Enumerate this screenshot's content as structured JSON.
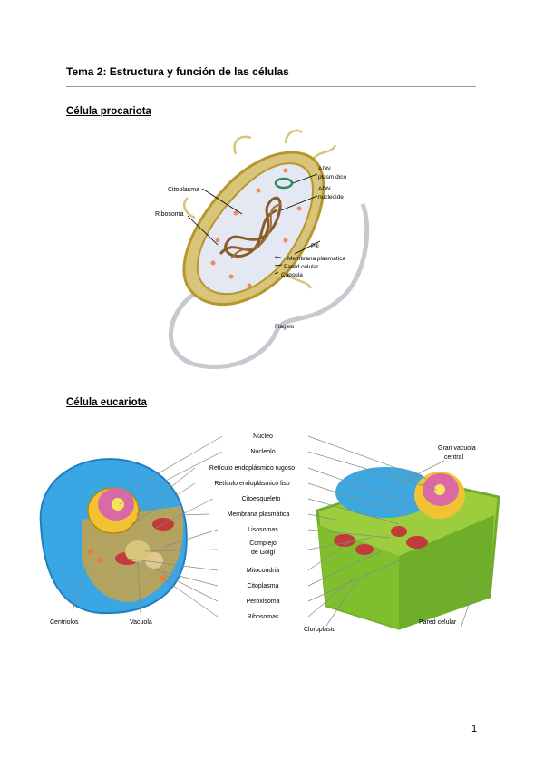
{
  "document": {
    "title": "Tema 2: Estructura y función de las células",
    "page_number": "1"
  },
  "prokaryote": {
    "heading": "Célula procariota",
    "labels": {
      "adn_plasmidico": [
        "ADN",
        "plasmídico"
      ],
      "adn_nucleoide": [
        "ADN",
        "nucleoide"
      ],
      "citoplasma": "Citoplasma",
      "ribosoma": "Ribosoma",
      "pili": "Pili",
      "membrana": "Membrana plasmática",
      "pared": "Pared celular",
      "capsula": "Cápsula",
      "flagelo": "Flagelo"
    }
  },
  "eukaryote": {
    "heading": "Célula eucariota",
    "center_labels": {
      "nucleo": "Núcleo",
      "nucleolo": "Nucleolo",
      "rer": "Retículo endoplásmico rugoso",
      "rel": "Retículo endoplásmico liso",
      "citoesqueleto": "Citoesqueleto",
      "membrana": "Membrana plasmática",
      "lisosomas": "Lisosomas",
      "golgi": [
        "Complejo",
        "de Golgi"
      ],
      "mitocondria": "Mitocondria",
      "citoplasma": "Citoplasma",
      "peroxisoma": "Peroxisoma",
      "ribosomas": "Ribosomas"
    },
    "side_labels": {
      "centriolos": "Centriolos",
      "vacuola": "Vacuola",
      "gran_vacuola": [
        "Gran vacuola",
        "central"
      ],
      "cloroplasto": "Cloroplasto",
      "pared_celular": "Pared celular"
    }
  },
  "colors": {
    "rule": "#9a9a9a",
    "capsule": "#d8c57a",
    "wall": "#b8962e",
    "cytoplasm_pro": "#e4e8f2",
    "dna": "#8a5a2b",
    "plasmid": "#2e8b57",
    "ribosome": "#f08a5d",
    "animal_membrane": "#3aa6e3",
    "plant_cytoplasm": "#9ccd3c",
    "plant_wall": "#6fae2a",
    "vacuole": "#3ea7df",
    "nucleus": "#d96aa6",
    "mitochondria": "#c23a3a"
  }
}
